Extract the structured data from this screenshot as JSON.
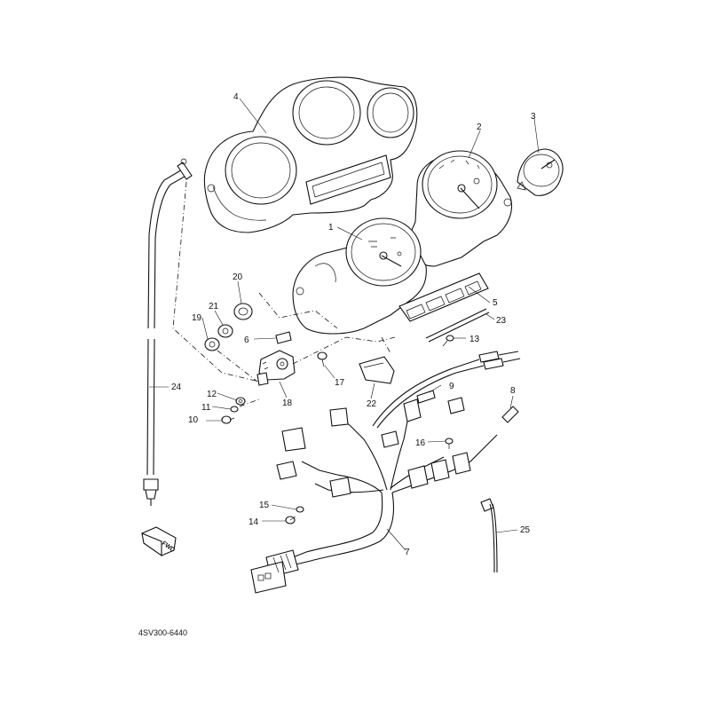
{
  "diagram": {
    "drawing_code": "4SV300-6440",
    "fwd_label": "FWD",
    "callouts": [
      {
        "id": "1",
        "label": "1"
      },
      {
        "id": "2",
        "label": "2"
      },
      {
        "id": "3",
        "label": "3"
      },
      {
        "id": "4",
        "label": "4"
      },
      {
        "id": "5",
        "label": "5"
      },
      {
        "id": "6",
        "label": "6"
      },
      {
        "id": "7",
        "label": "7"
      },
      {
        "id": "8",
        "label": "8"
      },
      {
        "id": "9",
        "label": "9"
      },
      {
        "id": "10",
        "label": "10"
      },
      {
        "id": "11",
        "label": "11"
      },
      {
        "id": "12",
        "label": "12"
      },
      {
        "id": "13",
        "label": "13"
      },
      {
        "id": "14",
        "label": "14"
      },
      {
        "id": "15",
        "label": "15"
      },
      {
        "id": "16",
        "label": "16"
      },
      {
        "id": "17",
        "label": "17"
      },
      {
        "id": "18",
        "label": "18"
      },
      {
        "id": "19",
        "label": "19"
      },
      {
        "id": "20",
        "label": "20"
      },
      {
        "id": "21",
        "label": "21"
      },
      {
        "id": "22",
        "label": "22"
      },
      {
        "id": "23",
        "label": "23"
      },
      {
        "id": "24",
        "label": "24"
      },
      {
        "id": "25",
        "label": "25"
      }
    ]
  }
}
